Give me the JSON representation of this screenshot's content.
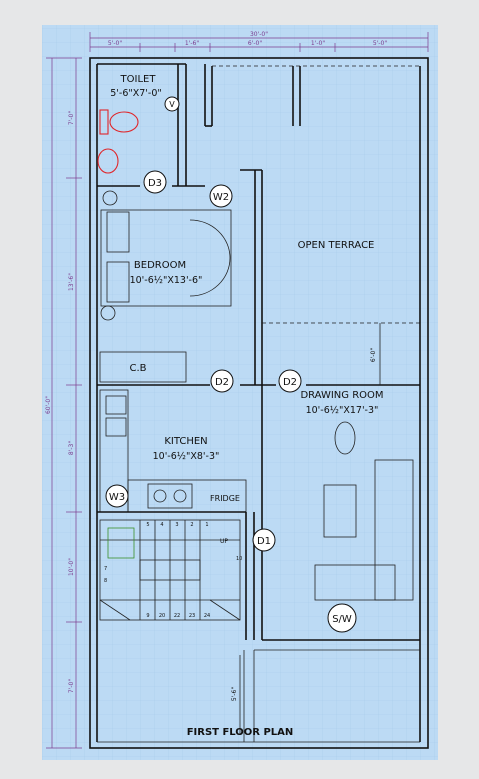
{
  "plan": {
    "title": "FIRST FLOOR PLAN",
    "rooms": {
      "toilet": {
        "name": "TOILET",
        "size": "5'-6\"X7'-0\""
      },
      "bedroom": {
        "name": "BEDROOM",
        "size": "10'-6½\"X13'-6\""
      },
      "open_terrace": {
        "name": "OPEN TERRACE"
      },
      "drawing_room": {
        "name": "DRAWING ROOM",
        "size": "10'-6½\"X17'-3\""
      },
      "kitchen": {
        "name": "KITCHEN",
        "size": "10'-6½\"X8'-3\""
      },
      "cb": {
        "name": "C.B"
      },
      "fridge": {
        "name": "FRIDGE"
      }
    },
    "tags": {
      "d1": "D1",
      "d2a": "D2",
      "d2b": "D2",
      "d3": "D3",
      "w2": "W2",
      "w3": "W3",
      "v": "V",
      "sw": "S/W"
    },
    "stair": {
      "up": "UP",
      "steps_top": [
        "5",
        "4",
        "3",
        "2",
        "1"
      ],
      "steps_bottom": [
        "9",
        "20",
        "22",
        "23",
        "24"
      ],
      "n7": "7",
      "n8": "8",
      "n10": "10"
    },
    "dims": {
      "top_total": "30'-0\"",
      "top_segs": [
        "5'-0\"",
        "1'-6\"",
        "6'-0\"",
        "1'-0\"",
        "5'-0\""
      ],
      "left_total": "60'-0\"",
      "left_segs": [
        "7'-0\"",
        "13'-6\"",
        "8'-3\"",
        "10'-0\"",
        "7'-0\""
      ],
      "terrace_h": "6'-0\"",
      "bottom_h": "5'-6\""
    }
  },
  "colors": {
    "paper": "#bcdaf4",
    "grid": "#a7cbe9",
    "dimension": "#7b3c8e",
    "sanitary": "#e0262a",
    "stair_note": "#3a8f2a"
  }
}
